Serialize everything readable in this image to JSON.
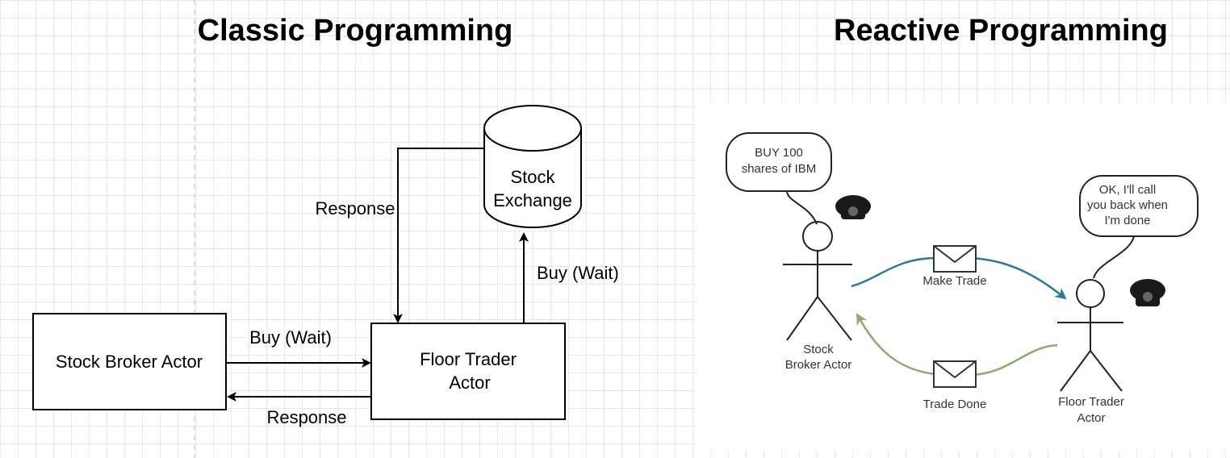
{
  "classic": {
    "title": "Classic Programming",
    "stock_broker_box": "Stock Broker Actor",
    "floor_trader_box": [
      "Floor Trader",
      "Actor"
    ],
    "stock_exchange": [
      "Stock",
      "Exchange"
    ],
    "buy_wait_bottom": "Buy (Wait)",
    "response_bottom": "Response",
    "buy_wait_right": "Buy (Wait)",
    "response_top": "Response"
  },
  "reactive": {
    "title": "Reactive Programming",
    "broker_bubble": [
      "BUY 100",
      "shares of IBM"
    ],
    "trader_bubble": [
      "OK, I'll call",
      "you back when",
      "I'm done"
    ],
    "make_trade": "Make Trade",
    "trade_done": "Trade Done",
    "broker_label": [
      "Stock",
      "Broker Actor"
    ],
    "trader_label": [
      "Floor Trader",
      "Actor"
    ],
    "colors": {
      "make_trade_arrow": "#2d7a99",
      "trade_done_arrow": "#8aac6e"
    }
  }
}
